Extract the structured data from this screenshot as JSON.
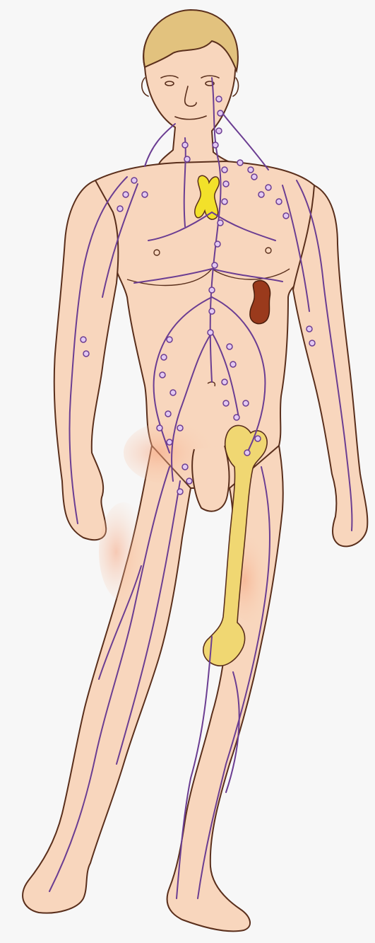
{
  "illustration": {
    "subject": "lymphatic-system-figure",
    "labels": []
  },
  "colors": {
    "background": "#f7f7f7",
    "skin": "#f8d6bd",
    "skin_shadow": "#f2b08e",
    "outline": "#5a2f1c",
    "hair": "#e2c27e",
    "lymph_vessel": "#6b3d92",
    "lymph_node": "#e3c9f2",
    "thymus": "#f2e12a",
    "spleen": "#9a3a1c",
    "bone_marrow": "#f0d772"
  },
  "organs": [
    "thymus",
    "spleen",
    "bone-marrow-femur",
    "lymph-nodes",
    "lymph-vessels"
  ]
}
